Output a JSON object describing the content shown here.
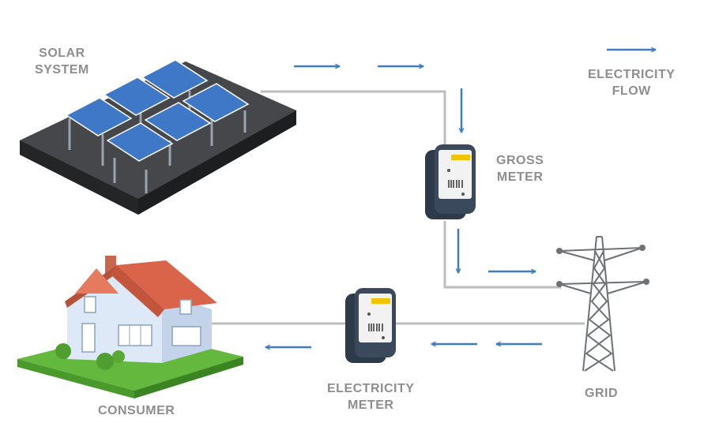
{
  "labels": {
    "solar_system": [
      "SOLAR",
      "SYSTEM"
    ],
    "gross_meter": [
      "GROSS",
      "METER"
    ],
    "electricity_flow": [
      "ELECTRICITY",
      "FLOW"
    ],
    "grid": [
      "GRID"
    ],
    "electricity_meter": [
      "ELECTRICITY",
      "METER"
    ],
    "consumer": [
      "CONSUMER"
    ]
  },
  "colors": {
    "arrow": "#3f7dc3",
    "wire": "#bdbdbd",
    "label": "#8e8e8e",
    "meter_body": "#3a4a5c",
    "meter_face": "#f2f2f2",
    "meter_tag": "#f2c400",
    "solar_panel": "#3f78c6",
    "roof": "#d9644a",
    "house_wall": "#dde9f7",
    "lawn": "#63b83d"
  },
  "icons": [
    "solar-panel-array-icon",
    "gross-meter-icon",
    "electricity-meter-icon",
    "transmission-tower-icon",
    "house-icon",
    "flow-arrow-icon"
  ]
}
